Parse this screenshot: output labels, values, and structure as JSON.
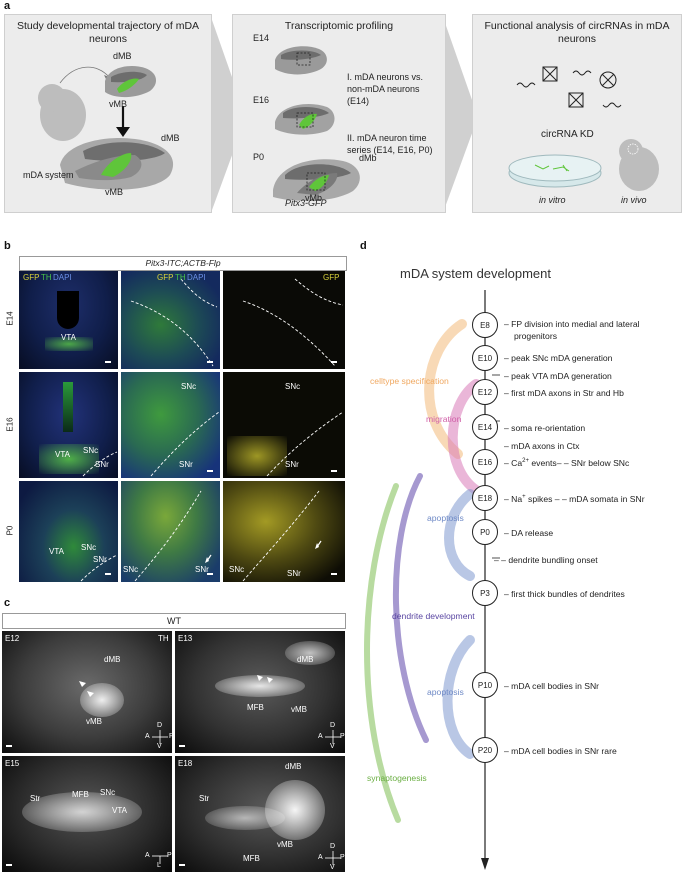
{
  "panel_a": {
    "label": "a",
    "box1": {
      "title": "Study developmental trajectory of mDA neurons",
      "dMB_top": "dMB",
      "vMB_top": "vMB",
      "dMB_bottom": "dMB",
      "mda_system": "mDA system",
      "vMB_bottom": "vMB"
    },
    "box2": {
      "title": "Transcriptomic profiling",
      "e14": "E14",
      "e16": "E16",
      "p0": "P0",
      "dMb": "dMb",
      "vMb": "vMb",
      "item1": "I. mDA neurons vs. non-mDA neurons (E14)",
      "item2": "II. mDA neuron time series (E14, E16, P0)",
      "reporter": "Pitx3-GFP"
    },
    "box3": {
      "title": "Functional analysis of circRNAs in mDA neurons",
      "kd": "circRNA KD",
      "in_vitro": "in vitro",
      "in_vivo": "in vivo"
    }
  },
  "panel_b": {
    "label": "b",
    "header": "Pitx3-ITC;ACTB-Flp",
    "rows": [
      "E14",
      "E16",
      "P0"
    ],
    "col1_legend": {
      "gfp": "GFP",
      "th": "TH",
      "dapi": "DAPI"
    },
    "col2_legend": {
      "gfp": "GFP",
      "th": "TH",
      "dapi": "DAPI"
    },
    "col3_legend": {
      "gfp": "GFP"
    },
    "r1": {
      "c1": [
        "VTA"
      ]
    },
    "r2": {
      "c1": [
        "VTA",
        "SNc",
        "SNr"
      ],
      "c2": [
        "SNc",
        "SNr"
      ],
      "c3": [
        "SNc",
        "SNr"
      ]
    },
    "r3": {
      "c1": [
        "VTA",
        "SNc",
        "SNr"
      ],
      "c2": [
        "SNc",
        "SNr"
      ],
      "c3": [
        "SNc",
        "SNr"
      ]
    }
  },
  "panel_c": {
    "label": "c",
    "header": "WT",
    "p1": {
      "stage": "E12",
      "marker": "TH",
      "labels": [
        "dMB",
        "vMB"
      ],
      "axis": [
        "A",
        "P",
        "D",
        "V"
      ]
    },
    "p2": {
      "stage": "E13",
      "labels": [
        "dMB",
        "MFB",
        "vMB"
      ],
      "axis": [
        "A",
        "P",
        "D",
        "V"
      ]
    },
    "p3": {
      "stage": "E15",
      "labels": [
        "Str",
        "MFB",
        "SNc",
        "VTA"
      ],
      "axis": [
        "A",
        "P",
        "L"
      ]
    },
    "p4": {
      "stage": "E18",
      "labels": [
        "dMB",
        "Str",
        "MFB",
        "vMB"
      ],
      "axis": [
        "A",
        "P",
        "D",
        "V"
      ]
    }
  },
  "panel_d": {
    "label": "d",
    "title": "mDA system development",
    "nodes": [
      "E8",
      "E10",
      "E12",
      "E14",
      "E16",
      "E18",
      "P0",
      "P3",
      "P10",
      "P20"
    ],
    "events": [
      "– FP division into medial and lateral",
      "progenitors",
      "– peak SNc mDA generation",
      "– peak VTA mDA generation",
      "– first mDA axons in Str and Hb",
      "– soma re-orientation",
      "– mDA axons in Ctx",
      "– Ca",
      "2+",
      " events– – SNr below SNc",
      "– Na",
      "+",
      " spikes – – mDA somata  in SNr",
      "– DA release",
      "– – dendrite bundling onset",
      "– first thick bundles of dendrites",
      "– mDA cell bodies in SNr",
      "– mDA cell bodies in SNr rare"
    ],
    "processes": [
      {
        "name": "celltype specification",
        "color": "#f2b97a"
      },
      {
        "name": "migration",
        "color": "#d97ab8"
      },
      {
        "name": "apoptosis",
        "color": "#7f99d0"
      },
      {
        "name": "dendrite development",
        "color": "#6a55b0"
      },
      {
        "name": "apoptosis",
        "color": "#7f99d0"
      },
      {
        "name": "synaptogenesis",
        "color": "#7dbd52"
      }
    ]
  }
}
